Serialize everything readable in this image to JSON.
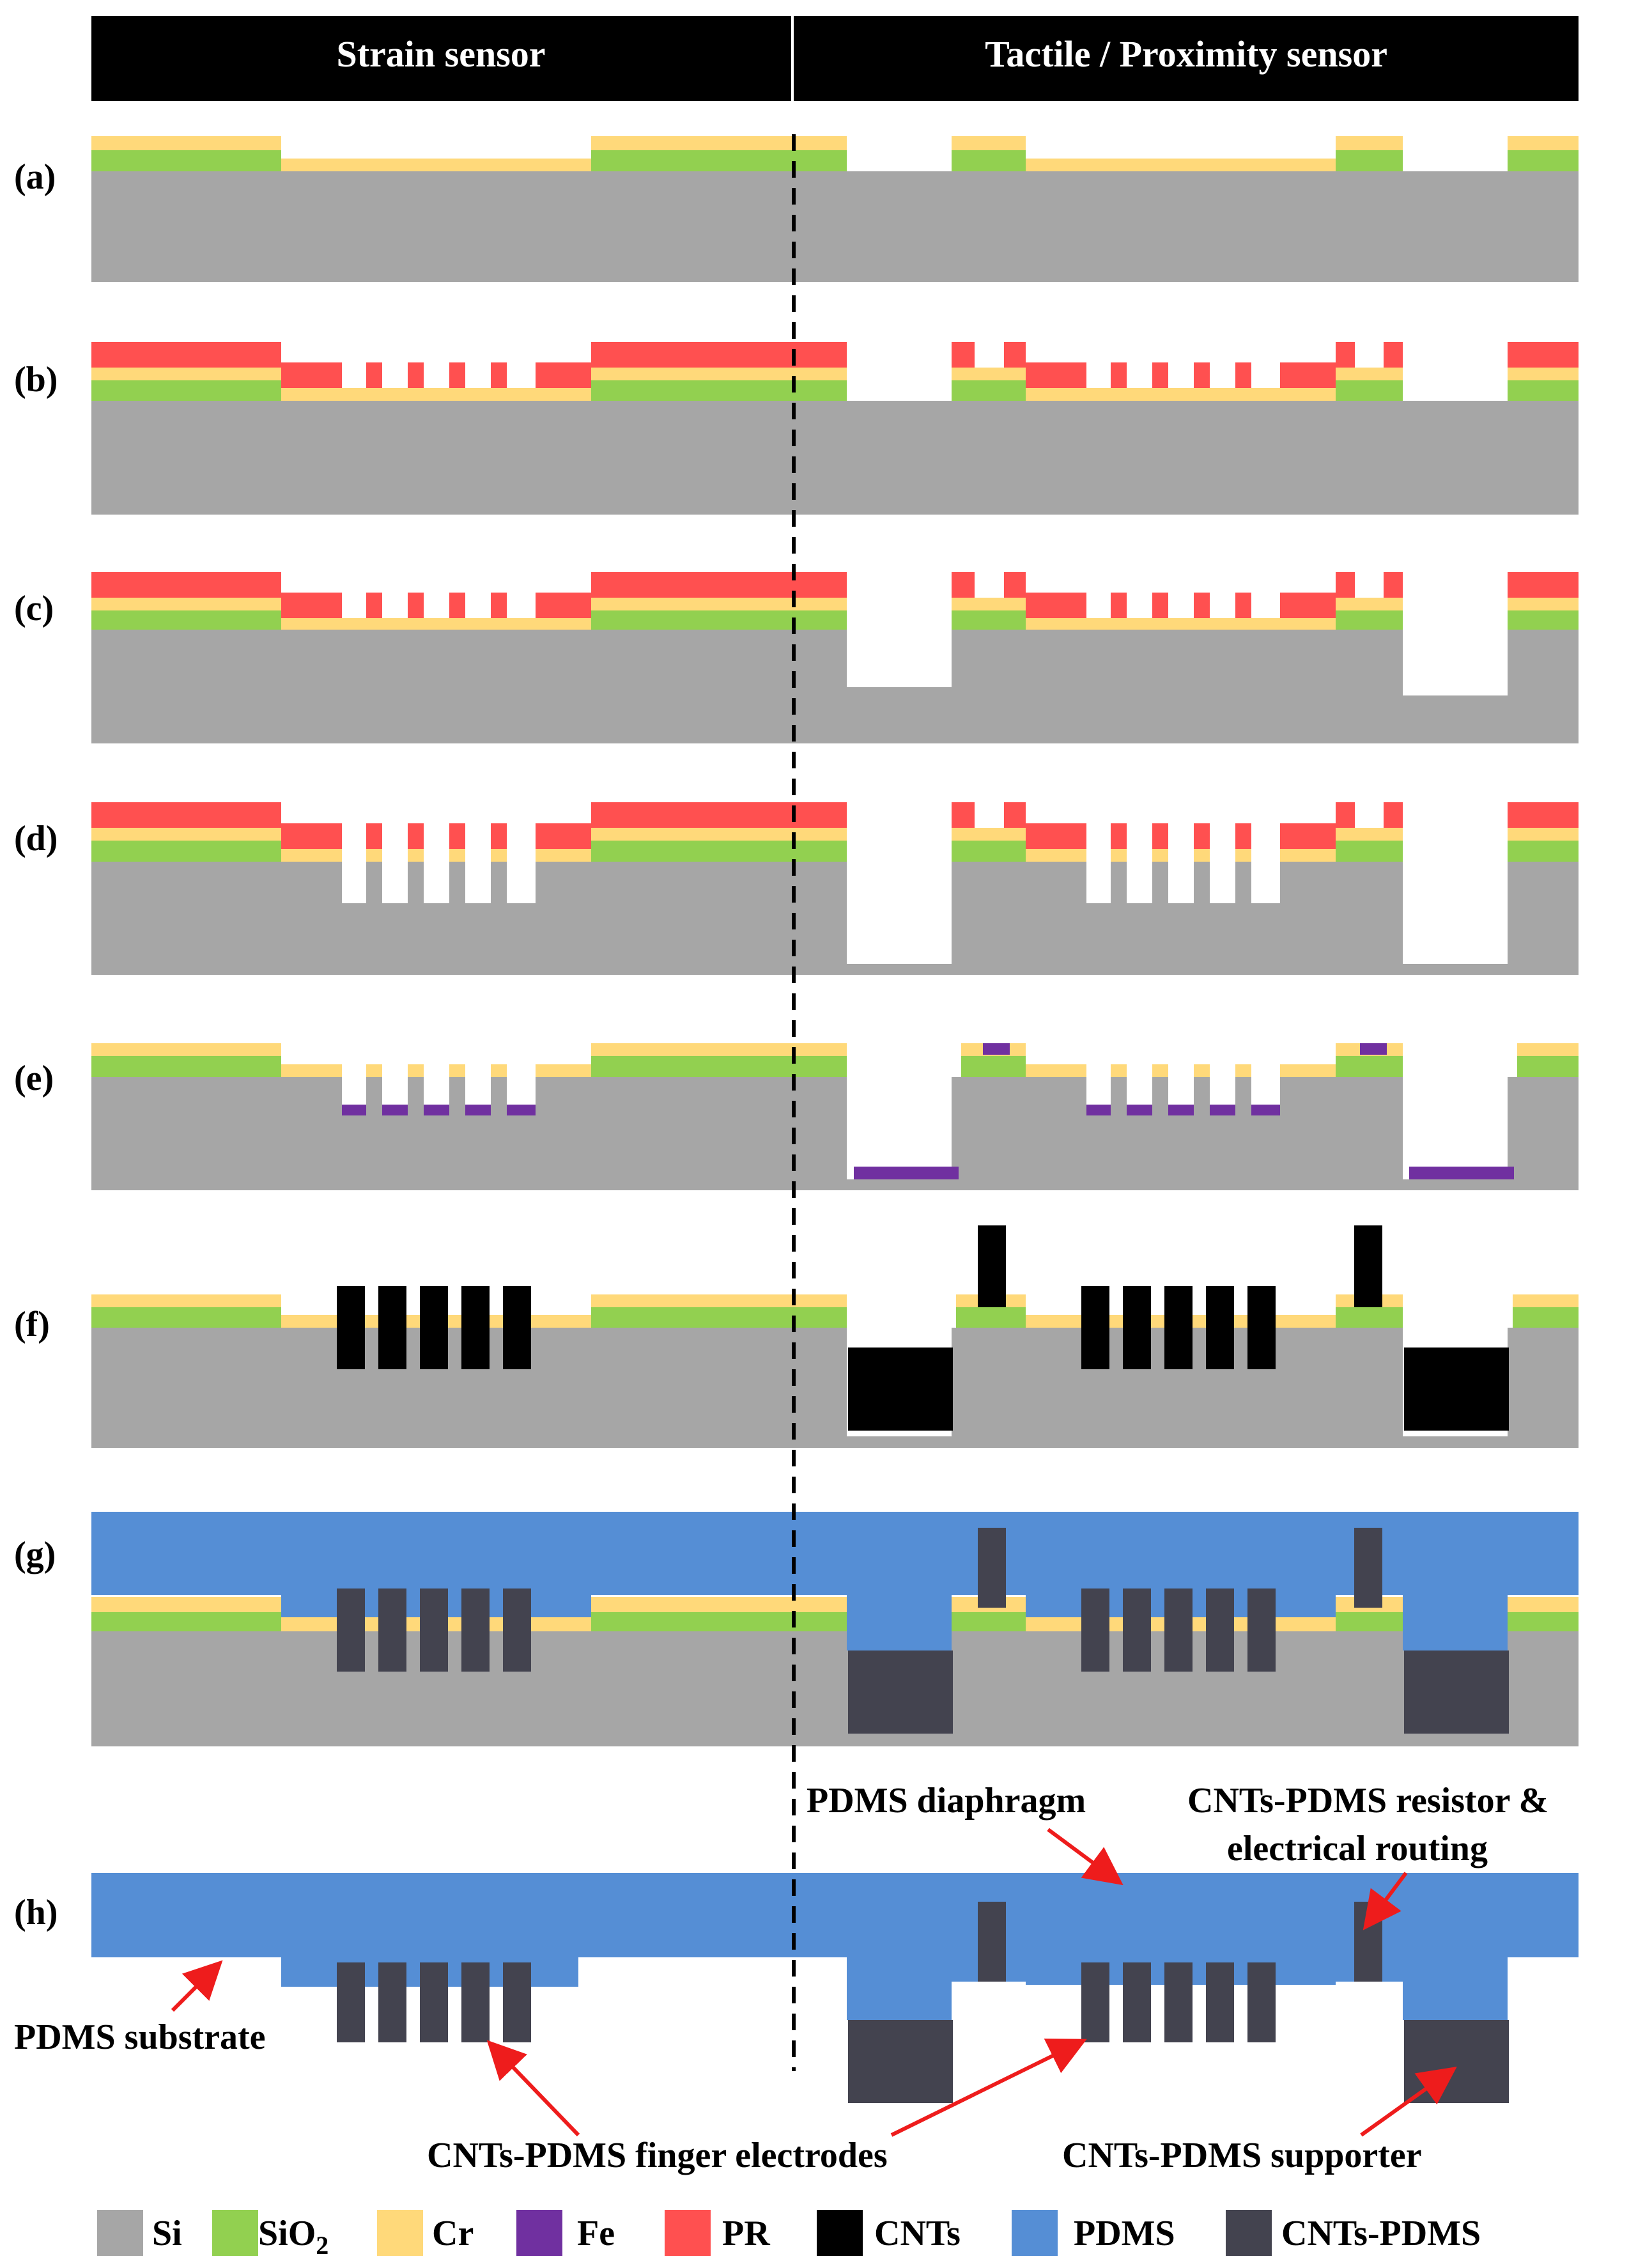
{
  "header": {
    "left_title": "Strain sensor",
    "right_title": "Tactile / Proximity sensor"
  },
  "steps": [
    "(a)",
    "(b)",
    "(c)",
    "(d)",
    "(e)",
    "(f)",
    "(g)",
    "(h)"
  ],
  "annotations": {
    "pdms_diaphragm": "PDMS diaphragm",
    "resistor_line1": "CNTs-PDMS resistor &",
    "resistor_line2": "electrical routing",
    "pdms_substrate": "PDMS substrate",
    "finger_electrodes": "CNTs-PDMS finger electrodes",
    "supporter": "CNTs-PDMS supporter"
  },
  "legend": [
    {
      "label": "Si",
      "color": "#a6a6a6"
    },
    {
      "label": "SiO",
      "sub": "2",
      "color": "#92d050"
    },
    {
      "label": "Cr",
      "color": "#ffd97a"
    },
    {
      "label": "Fe",
      "color": "#7030a0"
    },
    {
      "label": "PR",
      "color": "#ff5050"
    },
    {
      "label": "CNTs",
      "color": "#000000"
    },
    {
      "label": "PDMS",
      "color": "#558ed5"
    },
    {
      "label": "CNTs-PDMS",
      "color": "#43434f"
    }
  ],
  "colors": {
    "si": "#a6a6a6",
    "sio2": "#92d050",
    "cr": "#ffd97a",
    "fe": "#7030a0",
    "pr": "#ff5050",
    "cnt": "#000000",
    "pdms": "#558ed5",
    "cntpdms": "#43434f",
    "arrow": "#ee1c1c"
  }
}
